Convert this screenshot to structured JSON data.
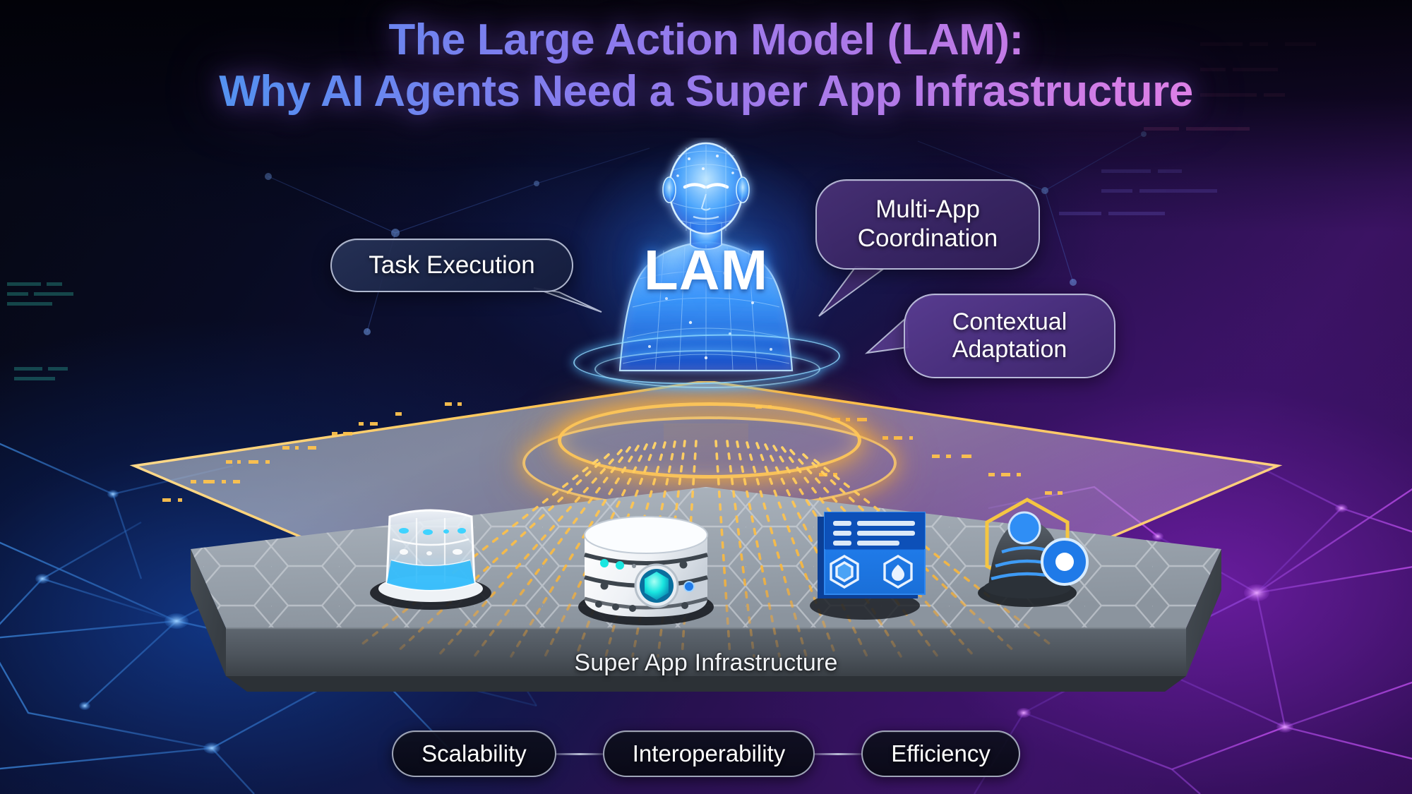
{
  "title": {
    "line1": "The Large Action Model (LAM):",
    "line2": "Why AI Agents Need a Super App Infrastructure",
    "gradient_start": "#3fa8f5",
    "gradient_end": "#f08ce8"
  },
  "center_figure": {
    "label": "LAM",
    "icon": "wireframe-humanoid-icon",
    "glow_color": "#3f9dff"
  },
  "callouts": [
    {
      "id": "task-execution",
      "text": "Task Execution",
      "lines": [
        "Task Execution"
      ],
      "accent": "#2a3558"
    },
    {
      "id": "multi-app-coordination",
      "text": "Multi-App Coordination",
      "lines": [
        "Multi-App",
        "Coordination"
      ],
      "accent": "#4a3278"
    },
    {
      "id": "contextual-adaptation",
      "text": "Contextual Adaptation",
      "lines": [
        "Contextual",
        "Adaptation"
      ],
      "accent": "#5c3e94"
    }
  ],
  "platform": {
    "label": "Super App Infrastructure",
    "surface_color": "#9aa3ad",
    "side_color": "#4a5058",
    "tiles": "hexagon-grid"
  },
  "platform_icons": [
    {
      "id": "glass-server",
      "name": "glass-server-rack-icon",
      "accent": "#23b7f5"
    },
    {
      "id": "database",
      "name": "database-cylinder-icon",
      "accent": "#19e6e0"
    },
    {
      "id": "app-card",
      "name": "app-card-panel-icon",
      "accent": "#1a78e8"
    },
    {
      "id": "network-node",
      "name": "network-dome-node-icon",
      "accent": "#f5c542"
    }
  ],
  "beams": {
    "color": "#ffc44d",
    "ring_color": "#ffc65a",
    "count": 26
  },
  "footer_pills": [
    {
      "id": "scalability",
      "label": "Scalability"
    },
    {
      "id": "interoperability",
      "label": "Interoperability"
    },
    {
      "id": "efficiency",
      "label": "Efficiency"
    }
  ],
  "background": {
    "left_network_color": "#2f7fe0",
    "right_network_color": "#a23fe0",
    "base_dark": "#05070f"
  }
}
